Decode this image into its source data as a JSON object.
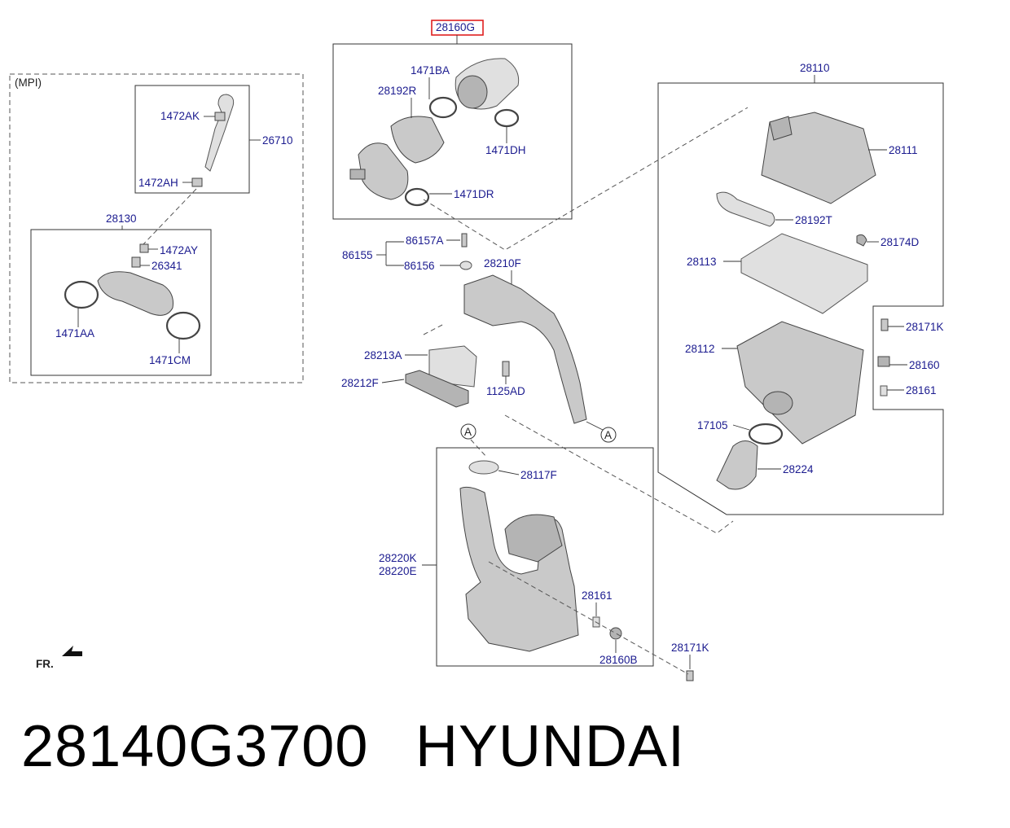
{
  "diagram": {
    "labels": {
      "mpi": "(MPI)",
      "l28160G": "28160G",
      "l1471BA": "1471BA",
      "l28192R": "28192R",
      "l1471DH": "1471DH",
      "l1471DR": "1471DR",
      "l28110": "28110",
      "l28111": "28111",
      "l28192T": "28192T",
      "l28174D": "28174D",
      "l28113": "28113",
      "l28171K_a": "28171K",
      "l28160": "28160",
      "l28161_a": "28161",
      "l28112": "28112",
      "l17105": "17105",
      "l28224": "28224",
      "l1472AK": "1472AK",
      "l26710": "26710",
      "l1472AH": "1472AH",
      "l28130": "28130",
      "l1472AY": "1472AY",
      "l26341": "26341",
      "l1471AA": "1471AA",
      "l1471CM": "1471CM",
      "l86157A": "86157A",
      "l86155": "86155",
      "l86156": "86156",
      "l28210F": "28210F",
      "l28213A": "28213A",
      "l28212F": "28212F",
      "l1125AD": "1125AD",
      "circleA1": "A",
      "circleA2": "A",
      "l28117F": "28117F",
      "l28220K": "28220K",
      "l28220E": "28220E",
      "l28161_b": "28161",
      "l28160B": "28160B",
      "l28171K_b": "28171K",
      "fr": "FR."
    },
    "highlight_color": "#e02020",
    "label_color": "#1b1b8f"
  },
  "footer": {
    "part_number": "28140G3700",
    "brand": "HYUNDAI"
  }
}
